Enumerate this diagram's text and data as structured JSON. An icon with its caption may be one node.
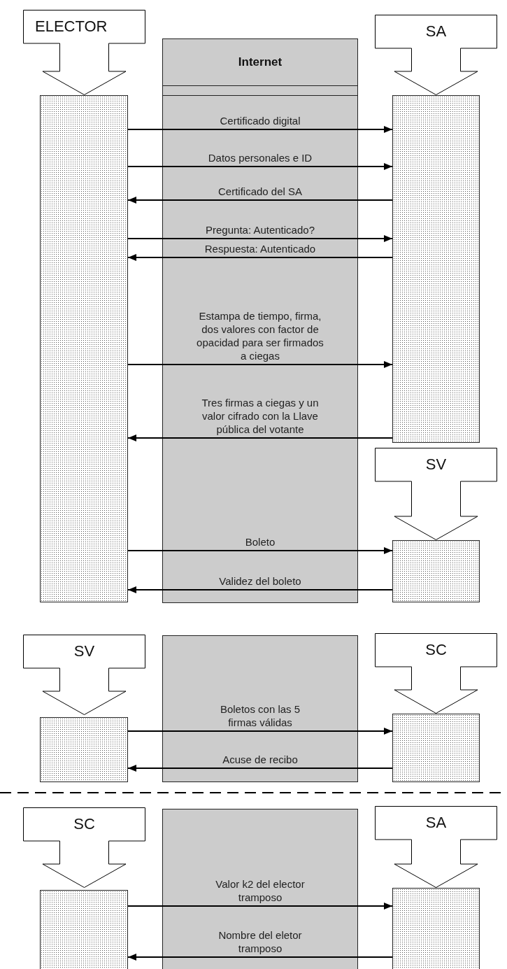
{
  "diagram": {
    "nodes": [
      {
        "text": [
          "ELECTOR"
        ]
      },
      {
        "text": [
          "SA"
        ]
      },
      {
        "text": [],
        "shape": "box"
      },
      {
        "text": [],
        "shape": "box"
      },
      {
        "text": [
          "SV"
        ]
      },
      {
        "text": [],
        "shape": "box"
      },
      {
        "text": [
          "SV"
        ]
      },
      {
        "text": [
          "SC"
        ]
      },
      {
        "text": [],
        "shape": "box"
      },
      {
        "text": [],
        "shape": "box"
      },
      {
        "text": [
          "SC"
        ]
      },
      {
        "text": [
          "SA"
        ]
      },
      {
        "text": [],
        "shape": "box"
      },
      {
        "text": [],
        "shape": "box"
      }
    ],
    "edges": [
      {
        "from": 2,
        "to": 3,
        "arrow": "to",
        "label": "Certificado digital"
      },
      {
        "from": 2,
        "to": 3,
        "arrow": "to",
        "label": "Datos personales e ID"
      },
      {
        "from": 3,
        "to": 2,
        "arrow": "to",
        "label": "Certificado del SA"
      },
      {
        "from": 2,
        "to": 3,
        "arrow": "to",
        "label": "Pregunta: Autenticado?"
      },
      {
        "from": 3,
        "to": 2,
        "arrow": "to",
        "label": "Respuesta: Autenticado"
      },
      {
        "from": 2,
        "to": 3,
        "arrow": "to",
        "label": "Estampa de tiempo, firma, dos valores con factor de opacidad para ser firmados a ciegas"
      },
      {
        "from": 3,
        "to": 2,
        "arrow": "to",
        "label": "Tres firmas a ciegas y un valor cifrado con la Llave pública del votante"
      },
      {
        "from": 2,
        "to": 5,
        "arrow": "to",
        "label": "Boleto"
      },
      {
        "from": 5,
        "to": 2,
        "arrow": "to",
        "label": "Validez del boleto"
      },
      {
        "from": 8,
        "to": 9,
        "arrow": "to",
        "label": "Boletos con las 5 firmas válidas"
      },
      {
        "from": 9,
        "to": 8,
        "arrow": "to",
        "label": "Acuse de recibo"
      },
      {
        "from": 12,
        "to": 13,
        "arrow": "to",
        "label": "Valor k2 del elector tramposo"
      },
      {
        "from": 13,
        "to": 12,
        "arrow": "to",
        "label": "Nombre del eletor tramposo"
      }
    ],
    "labels": [
      "Internet"
    ]
  }
}
